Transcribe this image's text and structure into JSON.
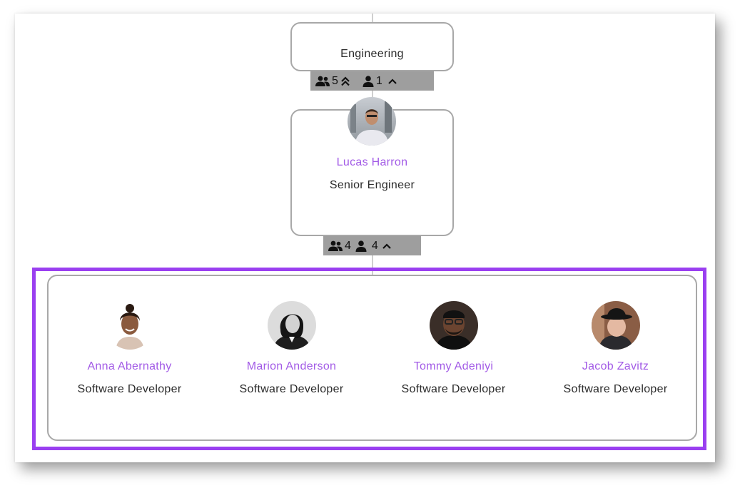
{
  "department": {
    "title": "Engineering",
    "stats": {
      "teams_count": "5",
      "people_count": "1"
    }
  },
  "manager": {
    "name": "Lucas Harron",
    "role": "Senior Engineer",
    "stats": {
      "teams_count": "4",
      "people_count": "4"
    }
  },
  "team": [
    {
      "name": "Anna Abernathy",
      "role": "Software Developer"
    },
    {
      "name": "Marion Anderson",
      "role": "Software Developer"
    },
    {
      "name": "Tommy Adeniyi",
      "role": "Software Developer"
    },
    {
      "name": "Jacob Zavitz",
      "role": "Software Developer"
    }
  ],
  "colors": {
    "name_text": "#a25ae6",
    "highlight_border": "#9a3ff0",
    "stats_bar": "#9e9e9e",
    "card_border": "#a8a8a8"
  },
  "icons": {
    "teams": "group-icon",
    "people": "person-icon",
    "collapse_all": "double-chevron-up-icon",
    "collapse": "chevron-up-icon"
  }
}
